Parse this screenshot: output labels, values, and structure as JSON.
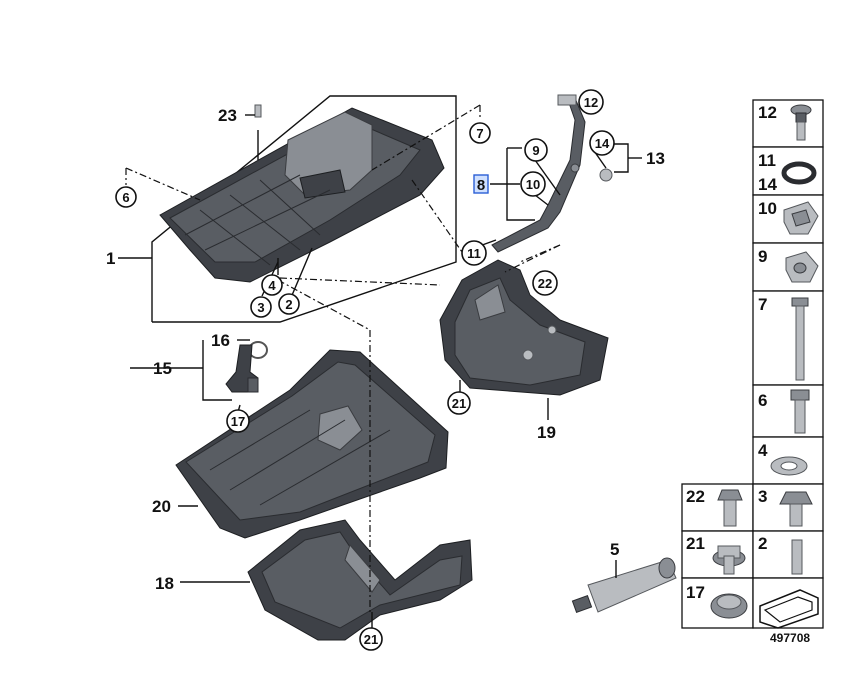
{
  "callouts": {
    "c1": "1",
    "c2": "2",
    "c3": "3",
    "c4": "4",
    "c5": "5",
    "c6": "6",
    "c7": "7",
    "c8": "8",
    "c9": "9",
    "c10": "10",
    "c11": "11",
    "c12": "12",
    "c13": "13",
    "c14": "14",
    "c15": "15",
    "c16": "16",
    "c17": "17",
    "c18": "18",
    "c19": "19",
    "c20": "20",
    "c21a": "21",
    "c21b": "21",
    "c22": "22",
    "c23": "23"
  },
  "parts_grid": {
    "r1": "12",
    "r2a": "11",
    "r2b": "14",
    "r3": "10",
    "r4": "9",
    "r5": "7",
    "r6": "6",
    "r7": "4",
    "r8a": "22",
    "r8b": "3",
    "r9a": "21",
    "r9b": "2",
    "r10a": "17"
  },
  "diagram_id": "497708",
  "colors": {
    "highlight": "#2b5fd6",
    "part_dark": "#3e4147"
  }
}
